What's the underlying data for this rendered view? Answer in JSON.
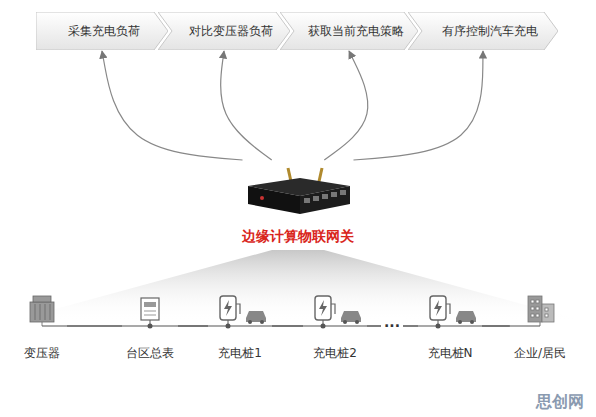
{
  "diagram": {
    "nodes": [
      {
        "text": [
          "采集充电负荷"
        ]
      },
      {
        "text": [
          "对比变压器负荷"
        ]
      },
      {
        "text": [
          "获取当前充电策略"
        ]
      },
      {
        "text": [
          "有序控制汽车充电"
        ]
      },
      {
        "text": [
          "边缘计算物联网关"
        ]
      },
      {
        "text": [
          "变压器"
        ]
      },
      {
        "text": [
          "台区总表"
        ]
      },
      {
        "text": [
          "充电桩1"
        ]
      },
      {
        "text": [
          "充电桩2"
        ]
      },
      {
        "text": [
          "充电桩N"
        ]
      },
      {
        "text": [
          "企业/居民"
        ]
      }
    ],
    "edges": [
      {
        "from": 4,
        "to": 0,
        "arrow": "to"
      },
      {
        "from": 4,
        "to": 1,
        "arrow": "to"
      },
      {
        "from": 4,
        "to": 2,
        "arrow": "to"
      },
      {
        "from": 4,
        "to": 3,
        "arrow": "to"
      },
      {
        "from": 5,
        "to": 6,
        "arrow": "none"
      },
      {
        "from": 6,
        "to": 7,
        "arrow": "none"
      },
      {
        "from": 7,
        "to": 8,
        "arrow": "none"
      },
      {
        "from": 8,
        "to": 9,
        "arrow": "none"
      },
      {
        "from": 9,
        "to": 10,
        "arrow": "none"
      }
    ],
    "labels": [
      "···",
      "思创网"
    ]
  }
}
